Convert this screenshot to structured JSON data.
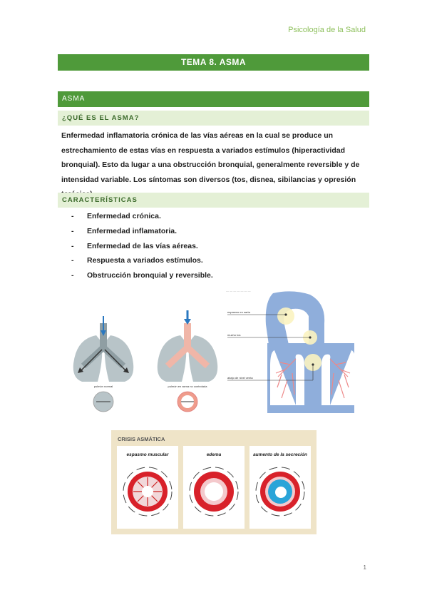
{
  "header": {
    "text": "Psicología de la Salud"
  },
  "title": "TEMA 8. ASMA",
  "section": {
    "label": "ASMA"
  },
  "question": {
    "heading": "¿QUÉ ES EL ASMA?",
    "body": "Enfermedad inflamatoria crónica de las vías aéreas en la cual se produce un estrechamiento de estas vías en respuesta a variados estímulos (hiperactividad bronquial). Esto da lugar a una obstrucción bronquial, generalmente reversible y de intensidad variable. Los síntomas son diversos (tos, disnea, sibilancias y opresión torácica)."
  },
  "characteristics": {
    "heading": "CARACTERÍSTICAS",
    "items": [
      "Enfermedad crónica.",
      "Enfermedad inflamatoria.",
      "Enfermedad de las vías aéreas.",
      "Respuesta a variados estímulos.",
      "Obstrucción bronquial y reversible."
    ]
  },
  "figures": {
    "lung_normal_caption": "pulmón normal",
    "lung_asthma_caption": "pulmón en asma no controlada",
    "airway_label_1": "espasmo en sarta",
    "airway_label_2": "mucho tos",
    "airway_label_3": "abajo de nivel venta",
    "airway_top_label": "— — — — — — —",
    "crisis_title": "CRISIS ASMÁTICA",
    "crisis_panels": [
      "espasmo muscular",
      "edema",
      "aumento de la secreción"
    ]
  },
  "page_number": "1",
  "colors": {
    "green": "#4f9a3a",
    "light_green": "#e4f0d6",
    "header_green": "#8cbf5a"
  }
}
